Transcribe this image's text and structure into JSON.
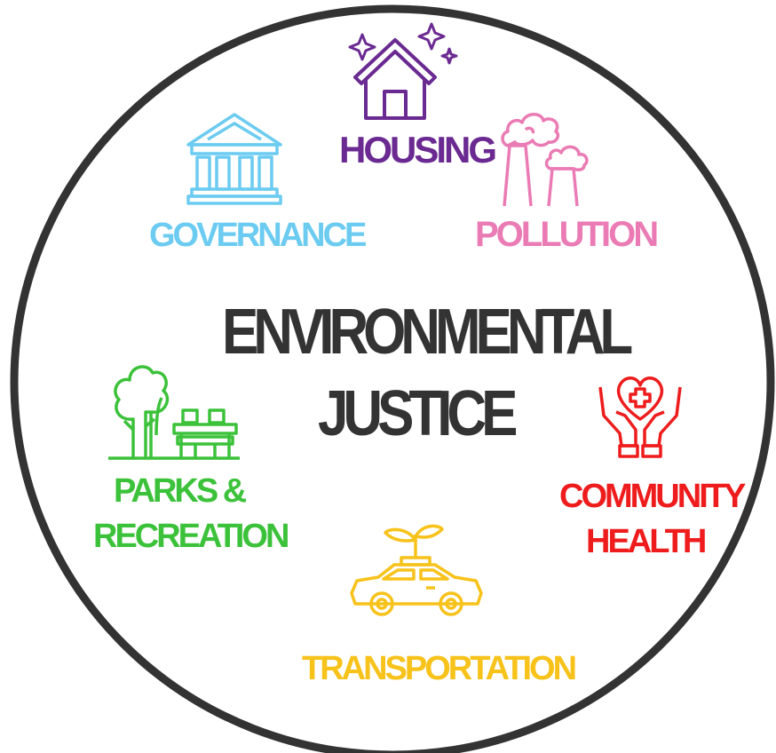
{
  "title": {
    "line1": "ENVIRONMENTAL",
    "line2": "JUSTICE",
    "color": "#333333"
  },
  "ring_color": "#333333",
  "topics": {
    "housing": {
      "label": "HOUSING",
      "color": "#6a2a91",
      "icon": "house-with-sparkles-icon"
    },
    "pollution": {
      "label": "POLLUTION",
      "color": "#ea7bb4",
      "icon": "factory-smokestacks-icon"
    },
    "governance": {
      "label": "GOVERNANCE",
      "color": "#6ccbf0",
      "icon": "government-building-icon"
    },
    "parks": {
      "line1": "PARKS &",
      "line2": "RECREATION",
      "color": "#3cc23a",
      "icon": "tree-and-picnic-table-icon"
    },
    "health": {
      "line1": "COMMUNITY",
      "line2": "HEALTH",
      "color": "#ee1c1c",
      "icon": "hands-holding-heart-icon"
    },
    "transportation": {
      "label": "TRANSPORTATION",
      "color": "#f7c21a",
      "icon": "car-with-sprout-icon"
    }
  }
}
